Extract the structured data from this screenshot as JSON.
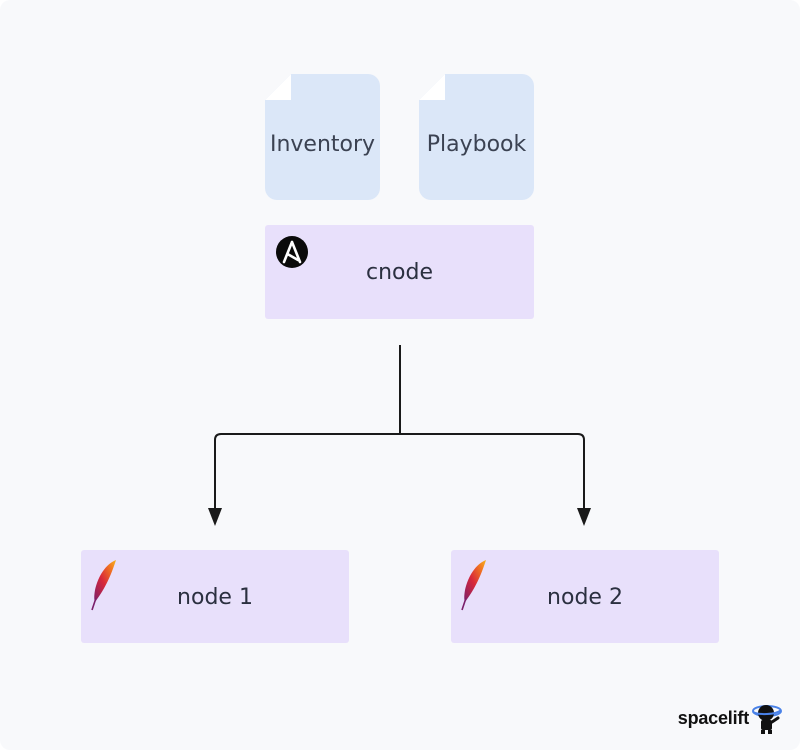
{
  "documents": [
    {
      "label": "Inventory",
      "icon": "document-icon"
    },
    {
      "label": "Playbook",
      "icon": "document-icon"
    }
  ],
  "control_node": {
    "label": "cnode",
    "icon": "ansible-icon"
  },
  "nodes": [
    {
      "label": "node 1",
      "icon": "apache-feather-icon"
    },
    {
      "label": "node 2",
      "icon": "apache-feather-icon"
    }
  ],
  "brand": {
    "name": "spacelift",
    "icon": "astronaut-icon"
  },
  "colors": {
    "background": "#f8f9fb",
    "document_fill": "#dbe7f8",
    "node_fill": "#e8e0fb",
    "arrow": "#1a1a1a"
  }
}
